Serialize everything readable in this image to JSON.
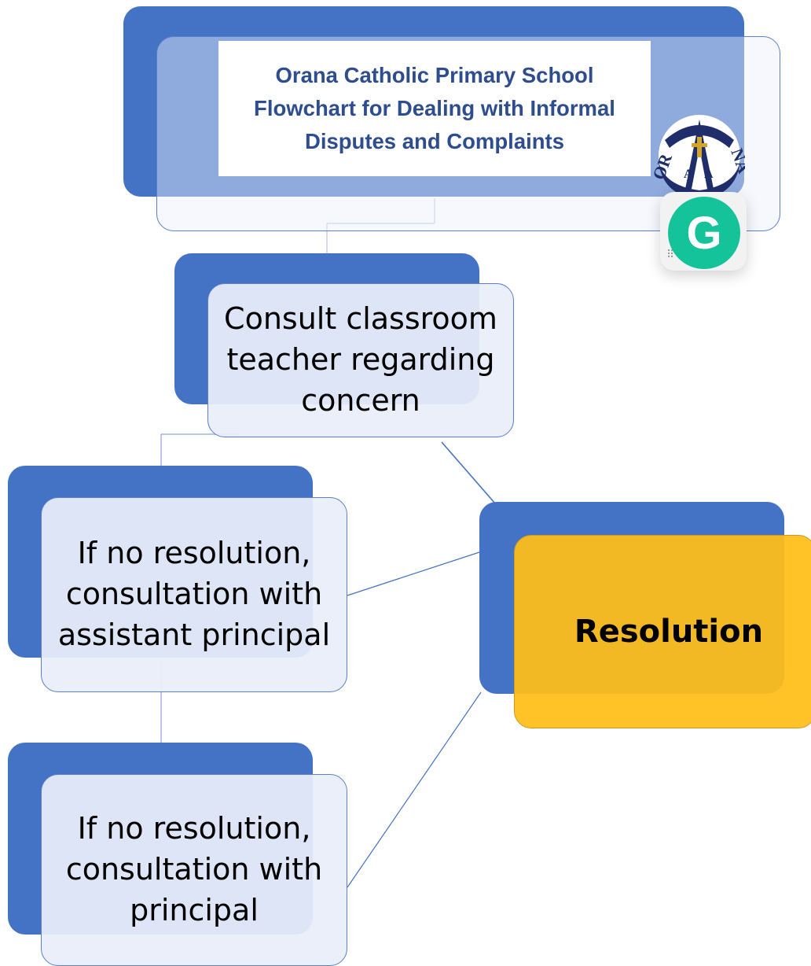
{
  "title": {
    "text": "Orana Catholic Primary School\nFlowchart for Dealing with Informal\nDisputes and Complaints"
  },
  "nodes": {
    "teacher": "Consult classroom\nteacher  regarding\nconcern",
    "assistant_principal": "If no resolution,\nconsultation with\nassistant principal",
    "principal": "If no resolution,\nconsultation with\nprincipal",
    "resolution": "Resolution"
  },
  "logo": {
    "letters": "ORANA",
    "icon": "school-crest-icon"
  },
  "overlay": {
    "icon": "grammarly-icon",
    "glyph": "G"
  },
  "colors": {
    "accent": "#4472c4",
    "title_text": "#2e4d8f",
    "resolution": "#ffbe18",
    "grammarly": "#15c39a"
  }
}
